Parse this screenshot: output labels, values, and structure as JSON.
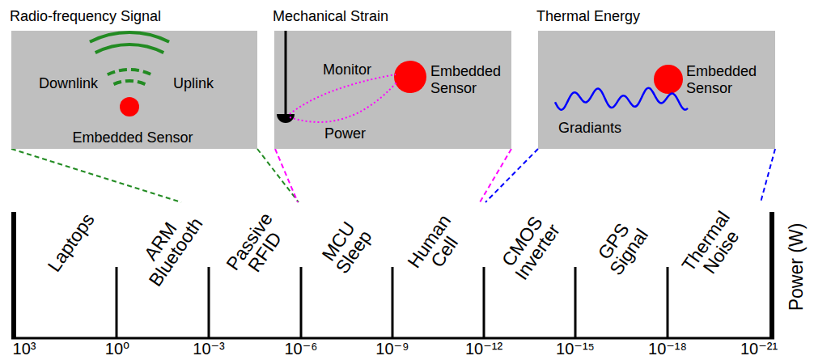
{
  "diagram": {
    "nodes": [
      {
        "text": [
          "Radio-frequency Signal",
          "Downlink",
          "Uplink",
          "Embedded Sensor"
        ]
      },
      {
        "text": [
          "Mechanical Strain",
          "Monitor",
          "Embedded Sensor",
          "Power"
        ]
      },
      {
        "text": [
          "Thermal Energy",
          "Embedded Sensor",
          "Gradiants"
        ]
      }
    ],
    "labels": [
      "Laptops",
      "ARM Bluetooth",
      "Passive RFID",
      "MCU Sleep",
      "Human Cell",
      "CMOS Inverter",
      "GPS Signal",
      "Thermal Noise",
      "Power (W)",
      "10³",
      "10⁰",
      "10⁻³",
      "10⁻⁶",
      "10⁻⁹",
      "10⁻¹²",
      "10⁻¹⁵",
      "10⁻¹⁸",
      "10⁻²¹"
    ]
  }
}
